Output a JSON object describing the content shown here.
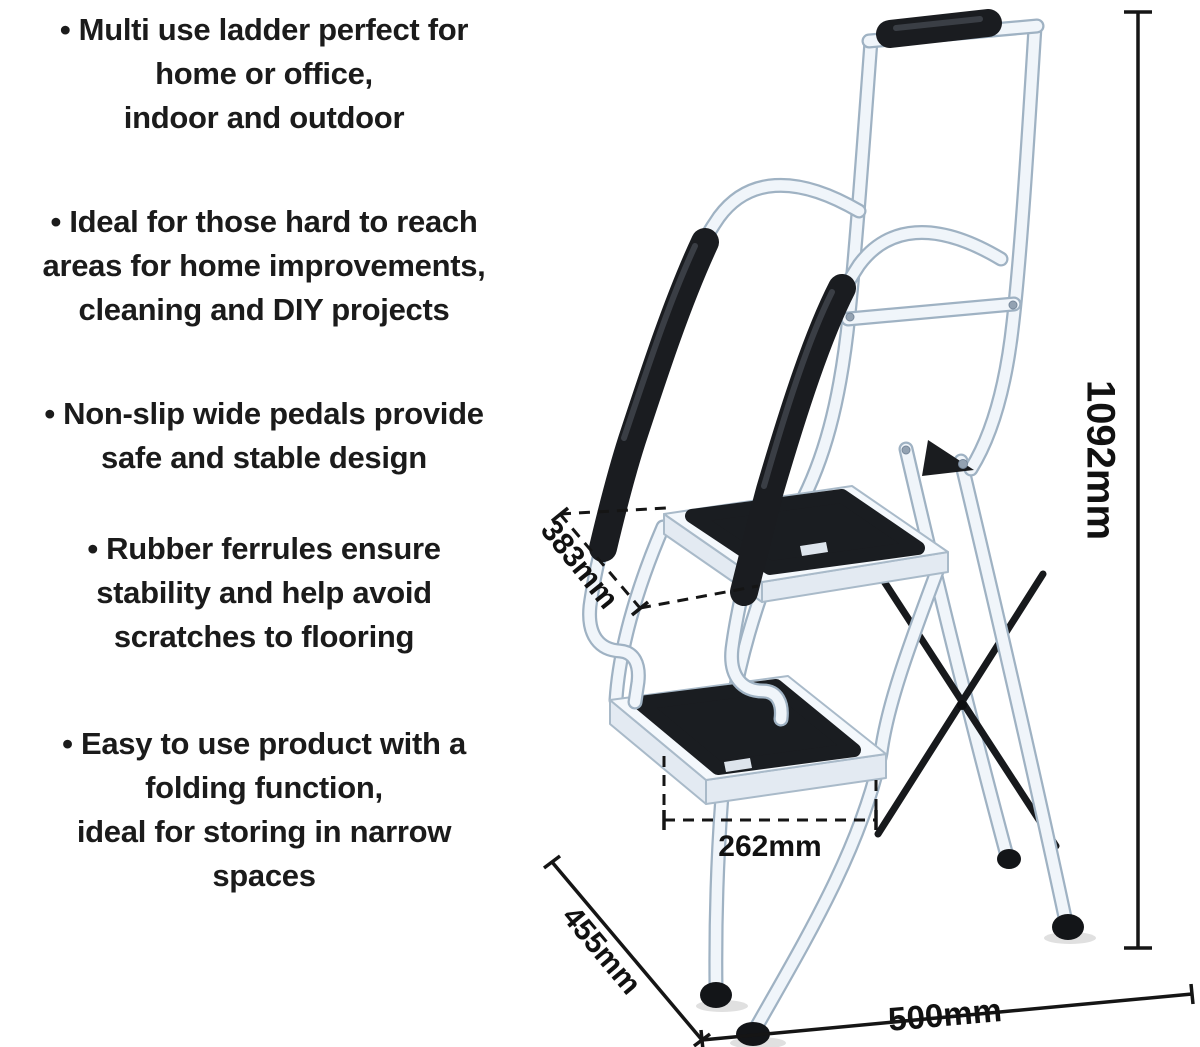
{
  "features": [
    "• Multi use ladder perfect for\nhome or office,\nindoor and outdoor",
    "• Ideal for those hard to reach\nareas for home improvements,\ncleaning and DIY projects",
    "• Non-slip wide pedals provide\nsafe and stable design",
    "• Rubber ferrules ensure\nstability and help avoid\nscratches to flooring",
    "• Easy to use product with a\nfolding function,\nideal for storing in narrow\nspaces"
  ],
  "dimensions": {
    "height": "1092mm",
    "platform_depth": "383mm",
    "step_width": "262mm",
    "base_depth": "455mm",
    "base_width": "500mm"
  },
  "colors": {
    "text": "#1b1b1b",
    "frame_tube": "#f0f5fa",
    "frame_edge": "#9fb2c3",
    "grip": "#1a1c20",
    "step_pad": "#1a1d21",
    "background": "#ffffff"
  }
}
